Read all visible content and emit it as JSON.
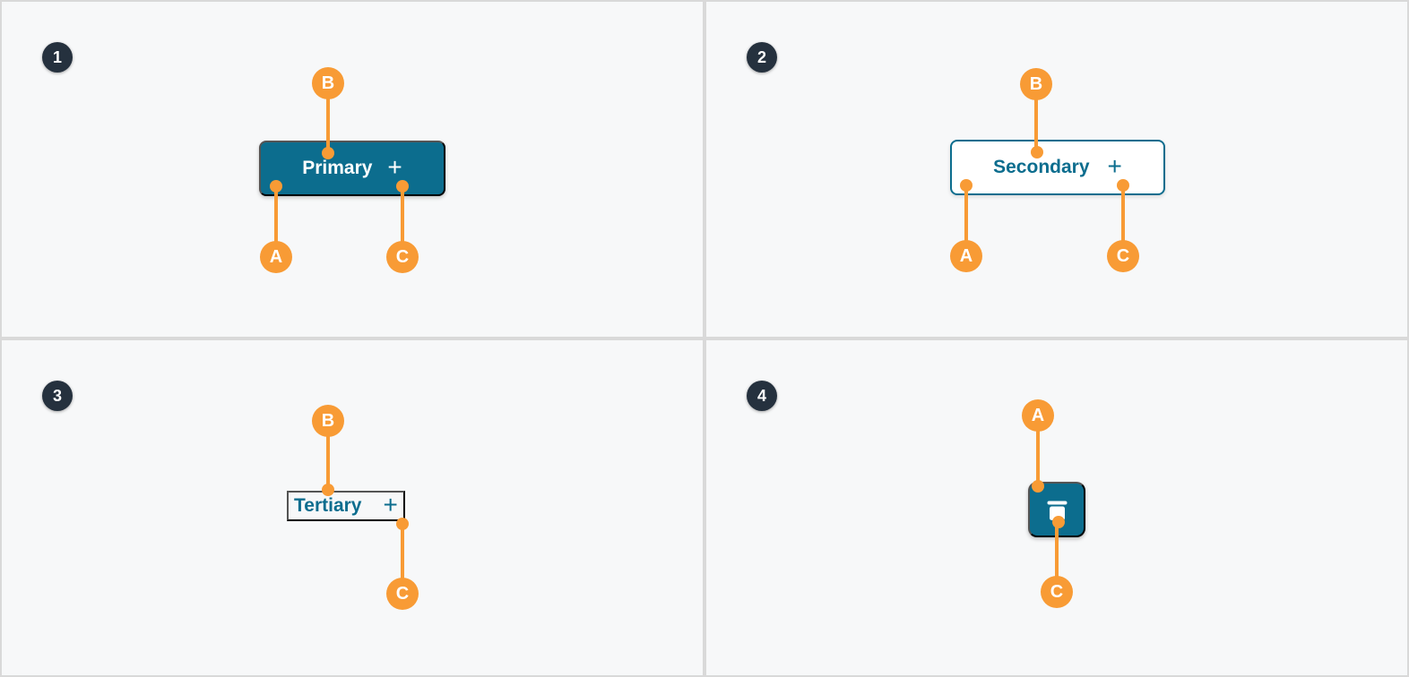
{
  "colors": {
    "accent_teal": "#0c6d8e",
    "annotation_orange": "#f89b35",
    "badge_dark": "#25313e",
    "panel_background": "#f7f8f9",
    "divider_gray": "#d9d9d9"
  },
  "panels": [
    {
      "number": "1",
      "button": {
        "label": "Primary",
        "icon": "+"
      },
      "markers": {
        "top": "B",
        "bottom_left": "A",
        "bottom_right": "C"
      }
    },
    {
      "number": "2",
      "button": {
        "label": "Secondary",
        "icon": "+"
      },
      "markers": {
        "top": "B",
        "bottom_left": "A",
        "bottom_right": "C"
      }
    },
    {
      "number": "3",
      "button": {
        "label": "Tertiary",
        "icon": "+"
      },
      "markers": {
        "top": "B",
        "bottom_right": "C"
      }
    },
    {
      "number": "4",
      "button": {
        "icon_name": "trash-icon"
      },
      "markers": {
        "top": "A",
        "bottom": "C"
      }
    }
  ]
}
